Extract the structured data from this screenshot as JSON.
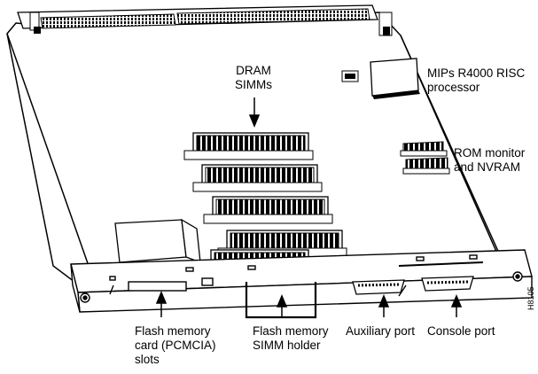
{
  "labels": {
    "dram": [
      "DRAM",
      "SIMMs"
    ],
    "processor": [
      "MIPs R4000 RISC",
      "processor"
    ],
    "rom": [
      "ROM monitor",
      "and NVRAM"
    ],
    "flash_card": [
      "Flash memory",
      "card (PCMCIA)",
      "slots"
    ],
    "flash_simm": [
      "Flash memory",
      "SIMM holder"
    ],
    "aux_port": "Auxiliary port",
    "console_port": "Console port"
  },
  "figure_id": "H8105"
}
